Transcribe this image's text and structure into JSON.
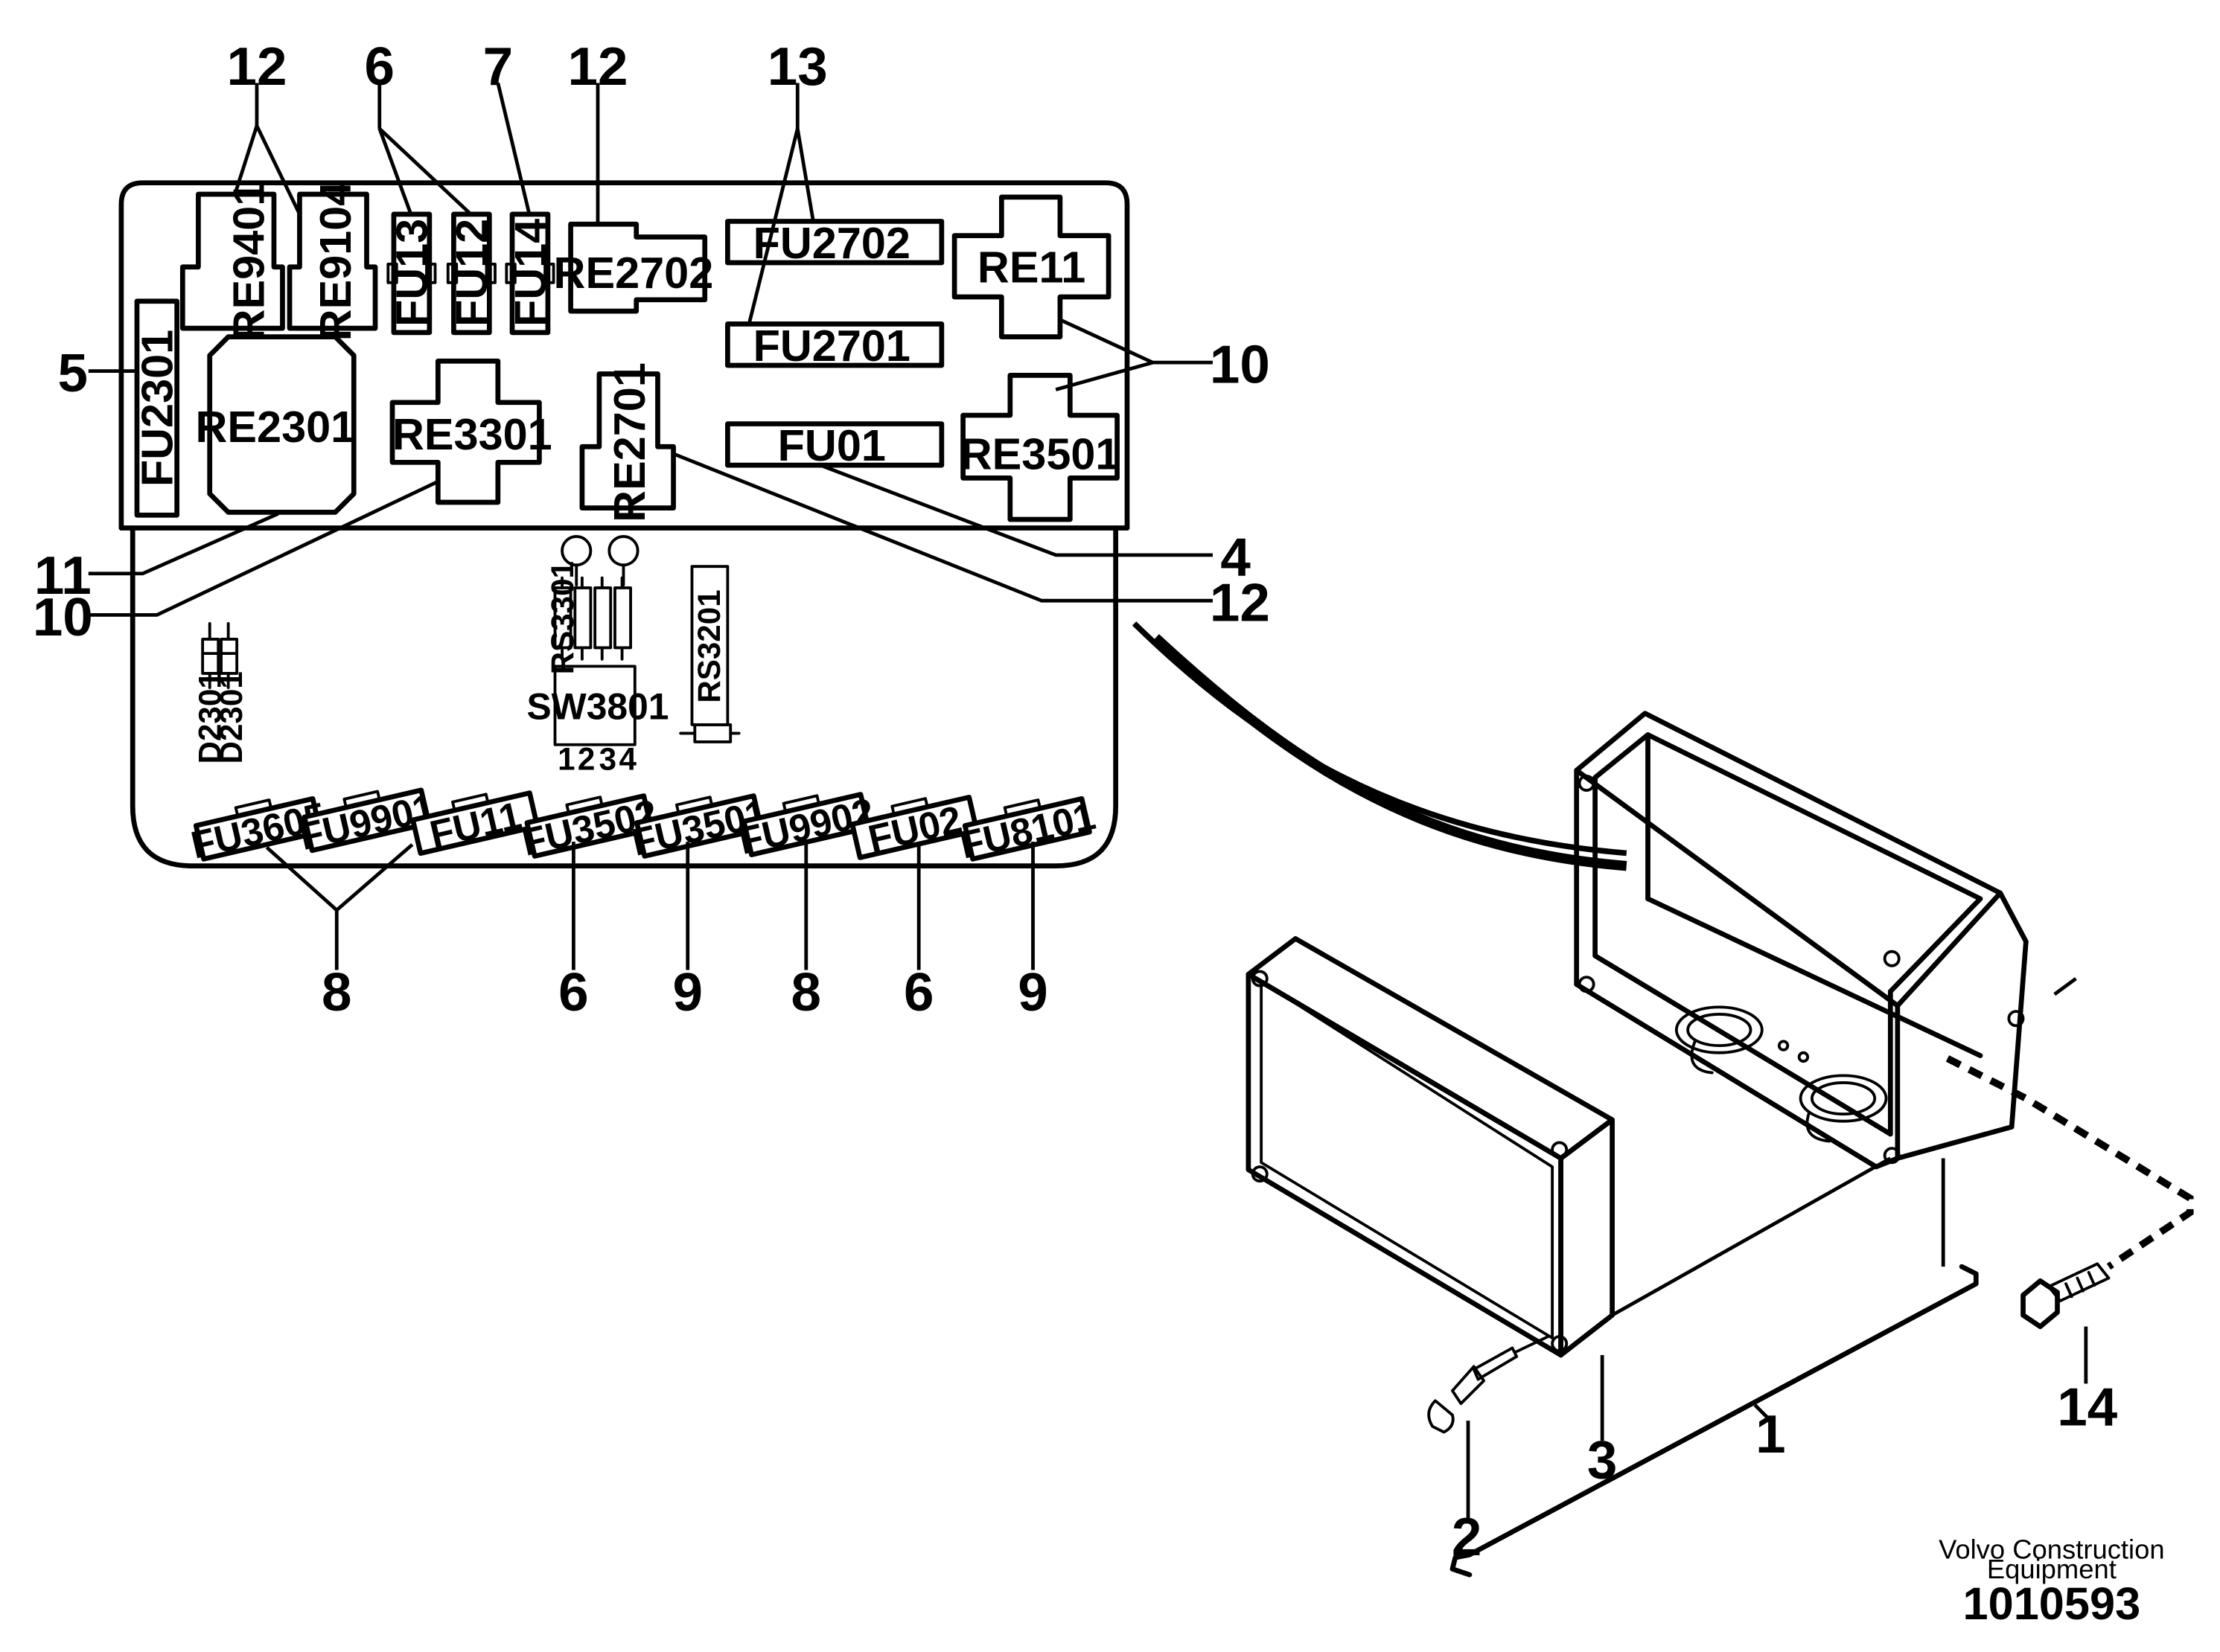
{
  "fuse_box": {
    "relays": {
      "re9401": "RE9401",
      "re9104": "RE9104",
      "re2702": "RE2702",
      "re11": "RE11",
      "re2301": "RE2301",
      "re3301": "RE3301",
      "re2701": "RE2701",
      "re3501": "RE3501"
    },
    "fuses": {
      "fu13": "FU13",
      "fu12": "FU12",
      "fu14": "FU14",
      "fu2702": "FU2702",
      "fu2701": "FU2701",
      "fu2301": "FU2301",
      "fu01": "FU01"
    },
    "board": {
      "diode_1": "D2301",
      "diode_2": "D2301",
      "rs3301": "RS3301",
      "rs3201": "RS3201",
      "sw3801": "SW3801",
      "sw_pins": [
        "1",
        "2",
        "3",
        "4"
      ]
    },
    "bottom_fuses": [
      "FU3605",
      "FU9901",
      "FU11",
      "FU3502",
      "FU3501",
      "FU9902",
      "FU02",
      "FU8101"
    ]
  },
  "callouts": {
    "top": [
      "12",
      "6",
      "7",
      "12",
      "13"
    ],
    "left": [
      "5",
      "11",
      "10"
    ],
    "right": [
      "10",
      "4",
      "12"
    ],
    "bottom": [
      "8",
      "6",
      "9",
      "8",
      "6",
      "9"
    ],
    "housing": [
      "14",
      "1",
      "3",
      "2"
    ]
  },
  "footer": {
    "brand_line1": "Volvo Construction",
    "brand_line2": "Equipment",
    "drawing_id": "1010593"
  }
}
